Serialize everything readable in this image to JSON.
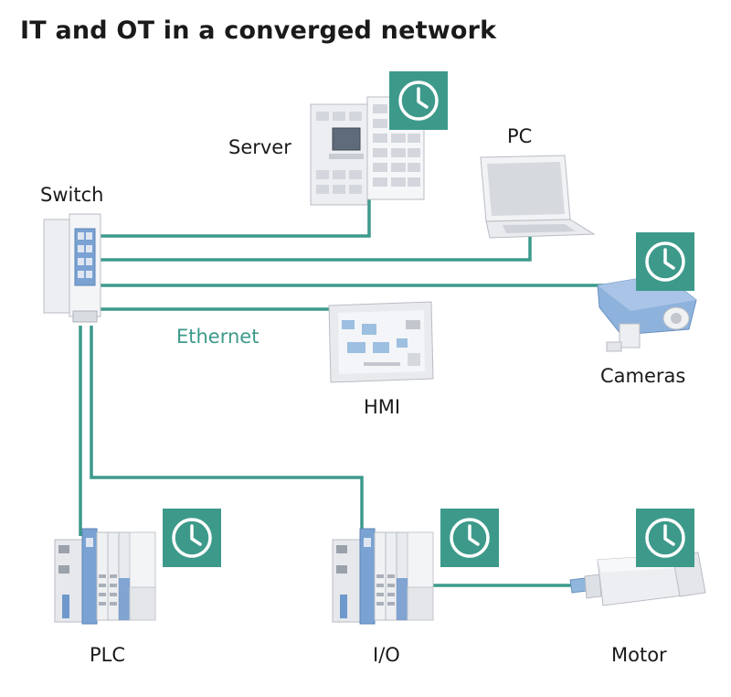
{
  "title": "IT and OT in a converged network",
  "colors": {
    "cable": "#3d9a8b",
    "clock_badge": "#3d9a8b",
    "device_body": "#eceef2",
    "device_accent": "#6f98cc"
  },
  "labels": {
    "switch": "Switch",
    "server": "Server",
    "pc": "PC",
    "cameras": "Cameras",
    "ethernet": "Ethernet",
    "hmi": "HMI",
    "plc": "PLC",
    "io": "I/O",
    "motor": "Motor"
  },
  "icons": {
    "clock": "clock-icon"
  },
  "time_sync_badges": [
    "server",
    "cameras",
    "plc",
    "io",
    "motor"
  ]
}
